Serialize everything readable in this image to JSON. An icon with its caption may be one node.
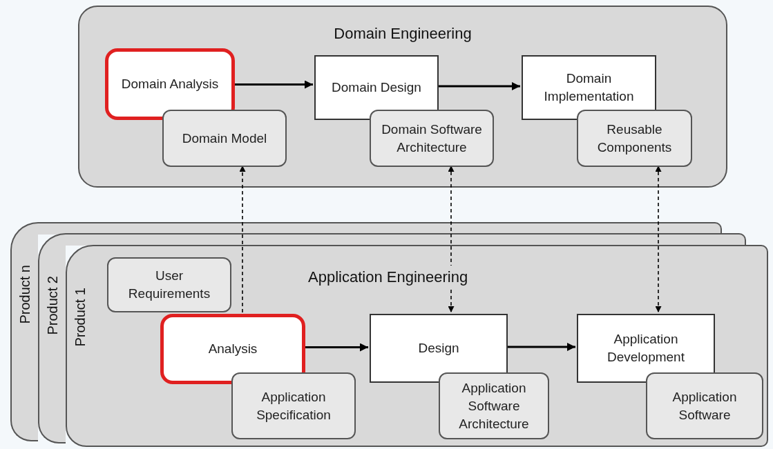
{
  "diagram": {
    "nodes": [
      {
        "text": [
          "Domain Engineering"
        ]
      },
      {
        "text": [
          "Domain Analysis"
        ],
        "in": 0
      },
      {
        "text": [
          "Domain Model"
        ],
        "in": 0
      },
      {
        "text": [
          "Domain Design"
        ],
        "in": 0
      },
      {
        "text": [
          "Domain Software Architecture"
        ],
        "in": 0
      },
      {
        "text": [
          "Domain Implementation"
        ],
        "in": 0
      },
      {
        "text": [
          "Reusable Components"
        ],
        "in": 0
      },
      {
        "text": [
          "Product n"
        ]
      },
      {
        "text": [
          "Product 2"
        ]
      },
      {
        "text": [
          "Product 1",
          "Application Engineering"
        ]
      },
      {
        "text": [
          "User Requirements"
        ],
        "in": 9
      },
      {
        "text": [
          "Analysis"
        ],
        "in": 9
      },
      {
        "text": [
          "Application Specification"
        ],
        "in": 9
      },
      {
        "text": [
          "Design"
        ],
        "in": 9
      },
      {
        "text": [
          "Application Software Architecture"
        ],
        "in": 9
      },
      {
        "text": [
          "Application Development"
        ],
        "in": 9
      },
      {
        "text": [
          "Application Software"
        ],
        "in": 9
      }
    ],
    "edges": [
      {
        "from": 1,
        "to": 3,
        "arrow": "to"
      },
      {
        "from": 3,
        "to": 5,
        "arrow": "to"
      },
      {
        "from": 11,
        "to": 13,
        "arrow": "to"
      },
      {
        "from": 13,
        "to": 15,
        "arrow": "to"
      },
      {
        "from": 11,
        "to": 2,
        "arrow": "to",
        "style": "dashed"
      },
      {
        "from": 4,
        "to": 13,
        "arrow": "both",
        "style": "dashed"
      },
      {
        "from": 6,
        "to": 15,
        "arrow": "both",
        "style": "dashed"
      }
    ]
  }
}
